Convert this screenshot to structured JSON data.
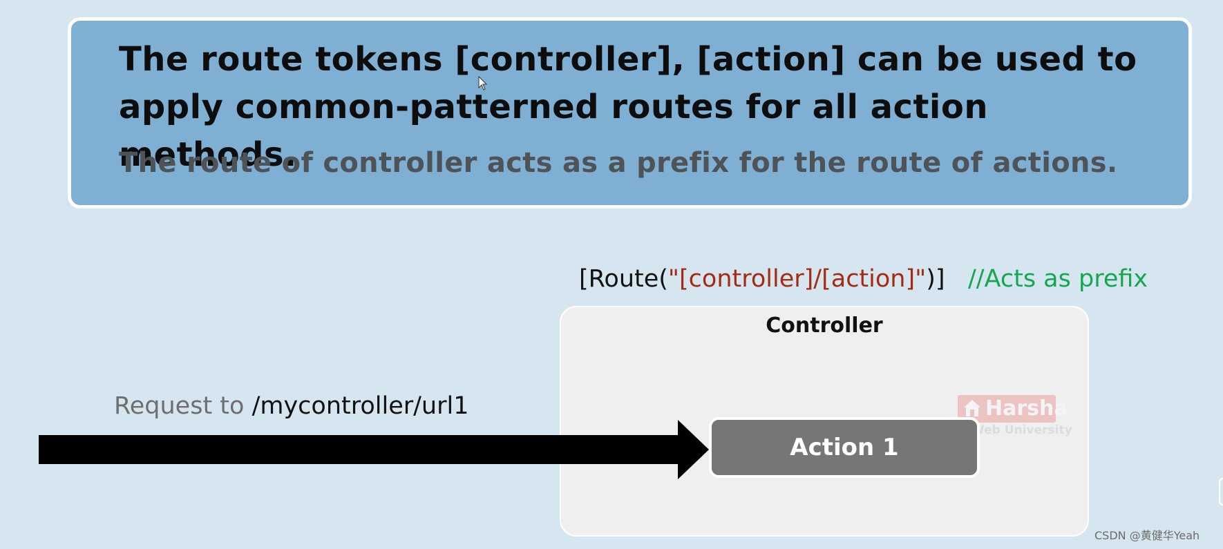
{
  "header": {
    "title": "The route tokens [controller], [action] can be used to apply common-patterned routes for all action methods.",
    "subtitle": "The route of controller acts as a prefix for the route of actions."
  },
  "route_attribute": {
    "open": "[Route(",
    "template": "\"[controller]/[action]\"",
    "close": ")]",
    "comment": "//Acts as prefix"
  },
  "diagram": {
    "controller_label": "Controller",
    "action_label": "Action 1",
    "request_prefix": "Request to ",
    "request_path": "/mycontroller/url1"
  },
  "watermark": {
    "name": "Harsha",
    "subtitle": "Web University"
  },
  "credit": "CSDN @黄健华Yeah",
  "icons": [
    "mouse-cursor-icon",
    "arrow-right-icon",
    "house-logo-icon"
  ],
  "colors": {
    "background": "#d6e6f1",
    "header_box": "#7fb0d3",
    "route_string": "#a52a0f",
    "comment": "#14a651",
    "action_box": "#767676",
    "controller_box": "#efefef"
  }
}
